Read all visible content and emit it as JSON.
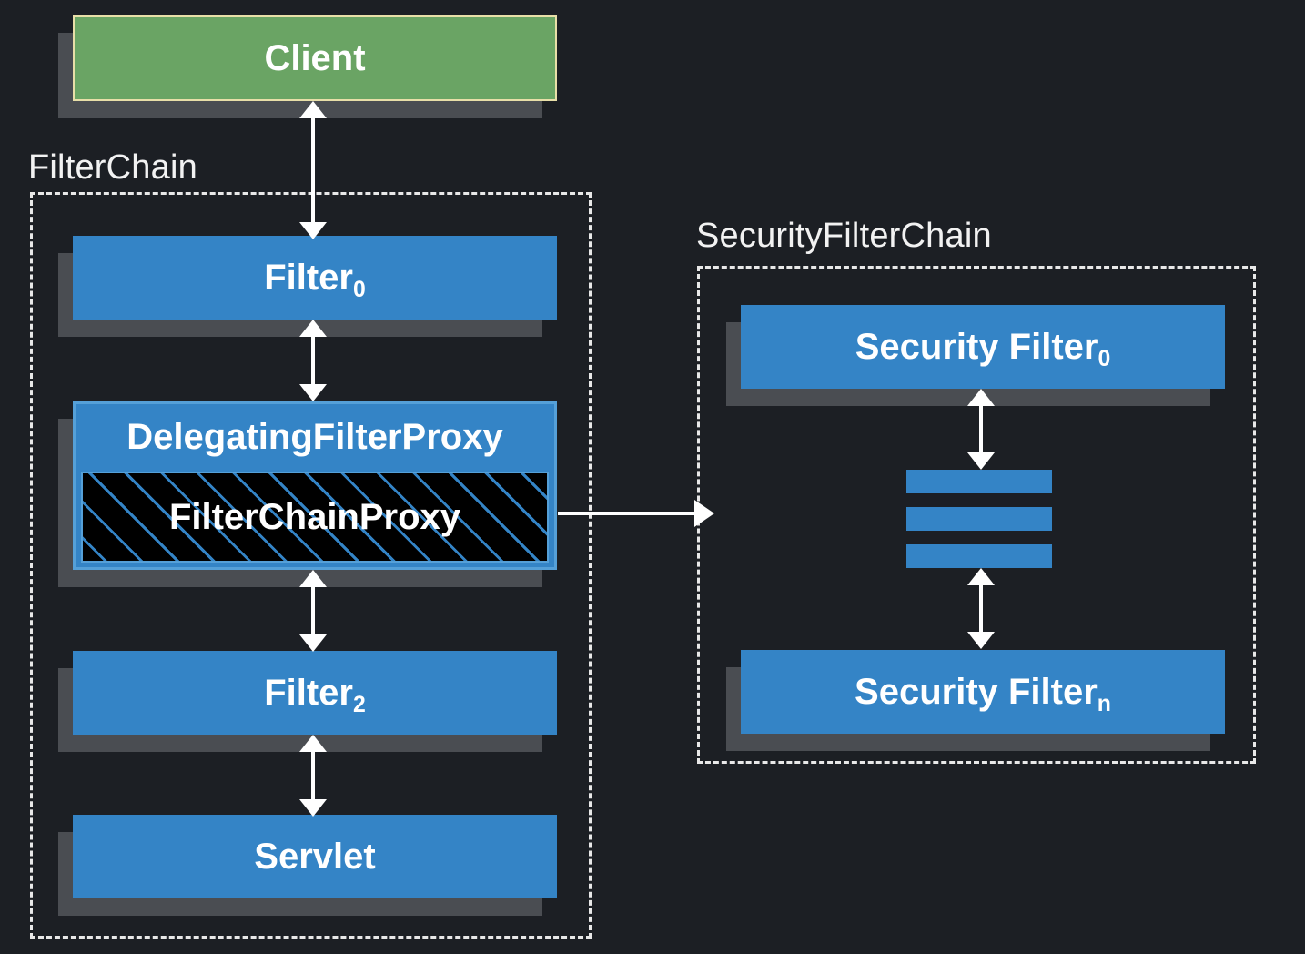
{
  "diagram": {
    "title": "Spring Security FilterChainProxy / SecurityFilterChain",
    "background_color": "#1c1f24",
    "colors": {
      "green_fill": "#6aa464",
      "green_border": "#e8dfa8",
      "blue_fill": "#3484c6",
      "blue_border": "#55a0d8",
      "hatch_bg": "#000000",
      "shadow": "#4a4d52",
      "text": "#ffffff",
      "dashed_border": "#e8e8e8"
    }
  },
  "nodes": {
    "client": {
      "label": "Client"
    },
    "filter0": {
      "label": "Filter",
      "sub": "0"
    },
    "delegating_filter_proxy": {
      "label": "DelegatingFilterProxy"
    },
    "filter_chain_proxy": {
      "label": "FilterChainProxy"
    },
    "filter2": {
      "label": "Filter",
      "sub": "2"
    },
    "servlet": {
      "label": "Servlet"
    },
    "security_filter0": {
      "label": "Security Filter",
      "sub": "0"
    },
    "security_filtern": {
      "label": "Security Filter",
      "sub": "n"
    }
  },
  "groups": {
    "filter_chain": {
      "label": "FilterChain"
    },
    "security_filter_chain": {
      "label": "SecurityFilterChain"
    }
  },
  "connectors": {
    "client_to_filter0": {
      "kind": "bidirectional-vertical"
    },
    "filter0_to_dfp": {
      "kind": "bidirectional-vertical"
    },
    "dfp_to_filter2": {
      "kind": "bidirectional-vertical"
    },
    "filter2_to_servlet": {
      "kind": "bidirectional-vertical"
    },
    "fcp_to_security_chain": {
      "kind": "arrow-right"
    },
    "secfilter0_to_ellipsis": {
      "kind": "bidirectional-vertical"
    },
    "ellipsis_to_secfiltern": {
      "kind": "bidirectional-vertical"
    }
  },
  "ellipsis_bars": {
    "count": 3
  }
}
